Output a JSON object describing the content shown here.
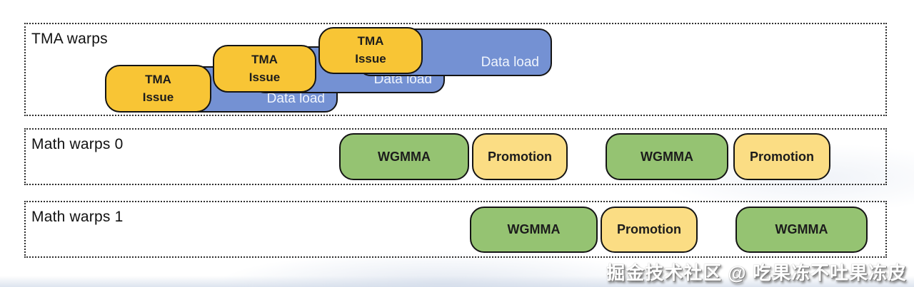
{
  "rows": {
    "tma": {
      "label": "TMA warps",
      "pairs": [
        {
          "issue": "TMA\nIssue",
          "load": "Data load"
        },
        {
          "issue": "TMA\nIssue",
          "load": "Data load"
        },
        {
          "issue": "TMA\nIssue",
          "load": "Data load"
        }
      ]
    },
    "math0": {
      "label": "Math warps 0",
      "blocks": [
        {
          "label": "WGMMA"
        },
        {
          "label": "Promotion"
        },
        {
          "label": "WGMMA"
        },
        {
          "label": "Promotion"
        }
      ]
    },
    "math1": {
      "label": "Math warps 1",
      "blocks": [
        {
          "label": "WGMMA"
        },
        {
          "label": "Promotion"
        },
        {
          "label": "WGMMA"
        }
      ]
    }
  },
  "watermark": "掘金技术社区 @ 吃果冻不吐果冻皮",
  "colors": {
    "tma_issue_fill": "#F8C535",
    "promotion_fill": "#FBDD84",
    "data_load_fill": "#7491D3",
    "wgmma_fill": "#95C372",
    "outline": "#141414",
    "data_load_text": "#EFF4FC"
  }
}
